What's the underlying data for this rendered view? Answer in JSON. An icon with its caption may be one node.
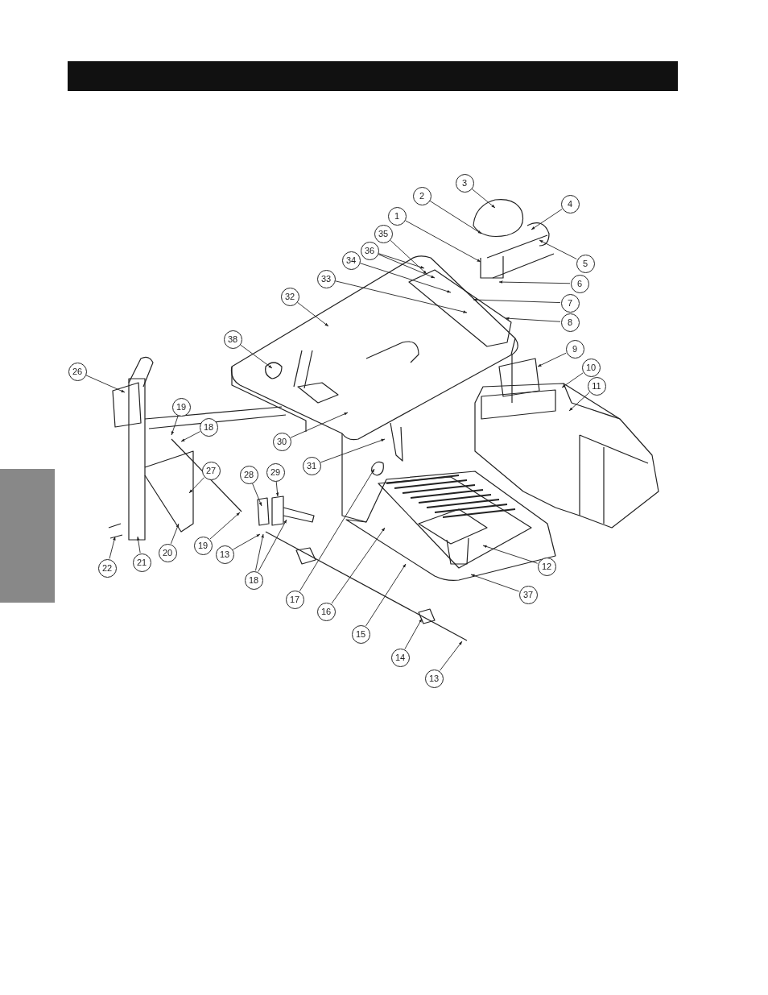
{
  "diagram": {
    "nodes": [
      {
        "text": [
          "3"
        ]
      },
      {
        "text": [
          "2"
        ]
      },
      {
        "text": [
          "4"
        ]
      },
      {
        "text": [
          "1"
        ]
      },
      {
        "text": [
          "35"
        ]
      },
      {
        "text": [
          "5"
        ]
      },
      {
        "text": [
          "36"
        ]
      },
      {
        "text": [
          "34"
        ]
      },
      {
        "text": [
          "33"
        ]
      },
      {
        "text": [
          "6"
        ]
      },
      {
        "text": [
          "7"
        ]
      },
      {
        "text": [
          "8"
        ]
      },
      {
        "text": [
          "32"
        ]
      },
      {
        "text": [
          "38"
        ]
      },
      {
        "text": [
          "9"
        ]
      },
      {
        "text": [
          "26"
        ]
      },
      {
        "text": [
          "10"
        ]
      },
      {
        "text": [
          "11"
        ]
      },
      {
        "text": [
          "19"
        ]
      },
      {
        "text": [
          "18"
        ]
      },
      {
        "text": [
          "30"
        ]
      },
      {
        "text": [
          "31"
        ]
      },
      {
        "text": [
          "27"
        ]
      },
      {
        "text": [
          "28"
        ]
      },
      {
        "text": [
          "29"
        ]
      },
      {
        "text": [
          "20"
        ]
      },
      {
        "text": [
          "19"
        ]
      },
      {
        "text": [
          "13"
        ]
      },
      {
        "text": [
          "22"
        ]
      },
      {
        "text": [
          "21"
        ]
      },
      {
        "text": [
          "18"
        ]
      },
      {
        "text": [
          "17"
        ]
      },
      {
        "text": [
          "12"
        ]
      },
      {
        "text": [
          "16"
        ]
      },
      {
        "text": [
          "37"
        ]
      },
      {
        "text": [
          "15"
        ]
      },
      {
        "text": [
          "14"
        ]
      },
      {
        "text": [
          "13"
        ]
      },
      {
        "text": [],
        "shape": "bar"
      }
    ],
    "edges": [
      {
        "from": 0,
        "to": null,
        "arrow": "to"
      },
      {
        "from": 1,
        "to": null,
        "arrow": "to"
      },
      {
        "from": 2,
        "to": null,
        "arrow": "to"
      },
      {
        "from": 3,
        "to": null,
        "arrow": "to"
      },
      {
        "from": 4,
        "to": null,
        "arrow": "to"
      },
      {
        "from": 5,
        "to": null,
        "arrow": "to"
      },
      {
        "from": 6,
        "to": null,
        "arrow": "to"
      },
      {
        "from": 7,
        "to": null,
        "arrow": "to"
      },
      {
        "from": 8,
        "to": null,
        "arrow": "to"
      },
      {
        "from": 9,
        "to": null,
        "arrow": "to"
      },
      {
        "from": 10,
        "to": null,
        "arrow": "to"
      },
      {
        "from": 11,
        "to": null,
        "arrow": "to"
      },
      {
        "from": 12,
        "to": null,
        "arrow": "to"
      },
      {
        "from": 13,
        "to": null,
        "arrow": "to"
      },
      {
        "from": 14,
        "to": null,
        "arrow": "to"
      },
      {
        "from": 15,
        "to": null,
        "arrow": "to"
      },
      {
        "from": 16,
        "to": null,
        "arrow": "to"
      },
      {
        "from": 17,
        "to": null,
        "arrow": "to"
      },
      {
        "from": 18,
        "to": null,
        "arrow": "to"
      },
      {
        "from": 19,
        "to": null,
        "arrow": "to"
      },
      {
        "from": 20,
        "to": null,
        "arrow": "to"
      },
      {
        "from": 21,
        "to": null,
        "arrow": "to"
      },
      {
        "from": 22,
        "to": null,
        "arrow": "to"
      },
      {
        "from": 23,
        "to": null,
        "arrow": "to"
      },
      {
        "from": 24,
        "to": null,
        "arrow": "to"
      },
      {
        "from": 25,
        "to": null,
        "arrow": "to"
      },
      {
        "from": 26,
        "to": null,
        "arrow": "to"
      },
      {
        "from": 27,
        "to": null,
        "arrow": "to"
      },
      {
        "from": 28,
        "to": null,
        "arrow": "to"
      },
      {
        "from": 29,
        "to": null,
        "arrow": "to"
      },
      {
        "from": 30,
        "to": null,
        "arrow": "to"
      },
      {
        "from": 31,
        "to": null,
        "arrow": "to"
      },
      {
        "from": 32,
        "to": null,
        "arrow": "to"
      },
      {
        "from": 33,
        "to": null,
        "arrow": "to"
      },
      {
        "from": 34,
        "to": null,
        "arrow": "to"
      },
      {
        "from": 35,
        "to": null,
        "arrow": "to"
      },
      {
        "from": 36,
        "to": null,
        "arrow": "to"
      },
      {
        "from": 37,
        "to": null,
        "arrow": "to"
      },
      {
        "from": 6,
        "to": null,
        "arrow": "to"
      },
      {
        "from": 30,
        "to": null,
        "arrow": "to"
      }
    ]
  }
}
